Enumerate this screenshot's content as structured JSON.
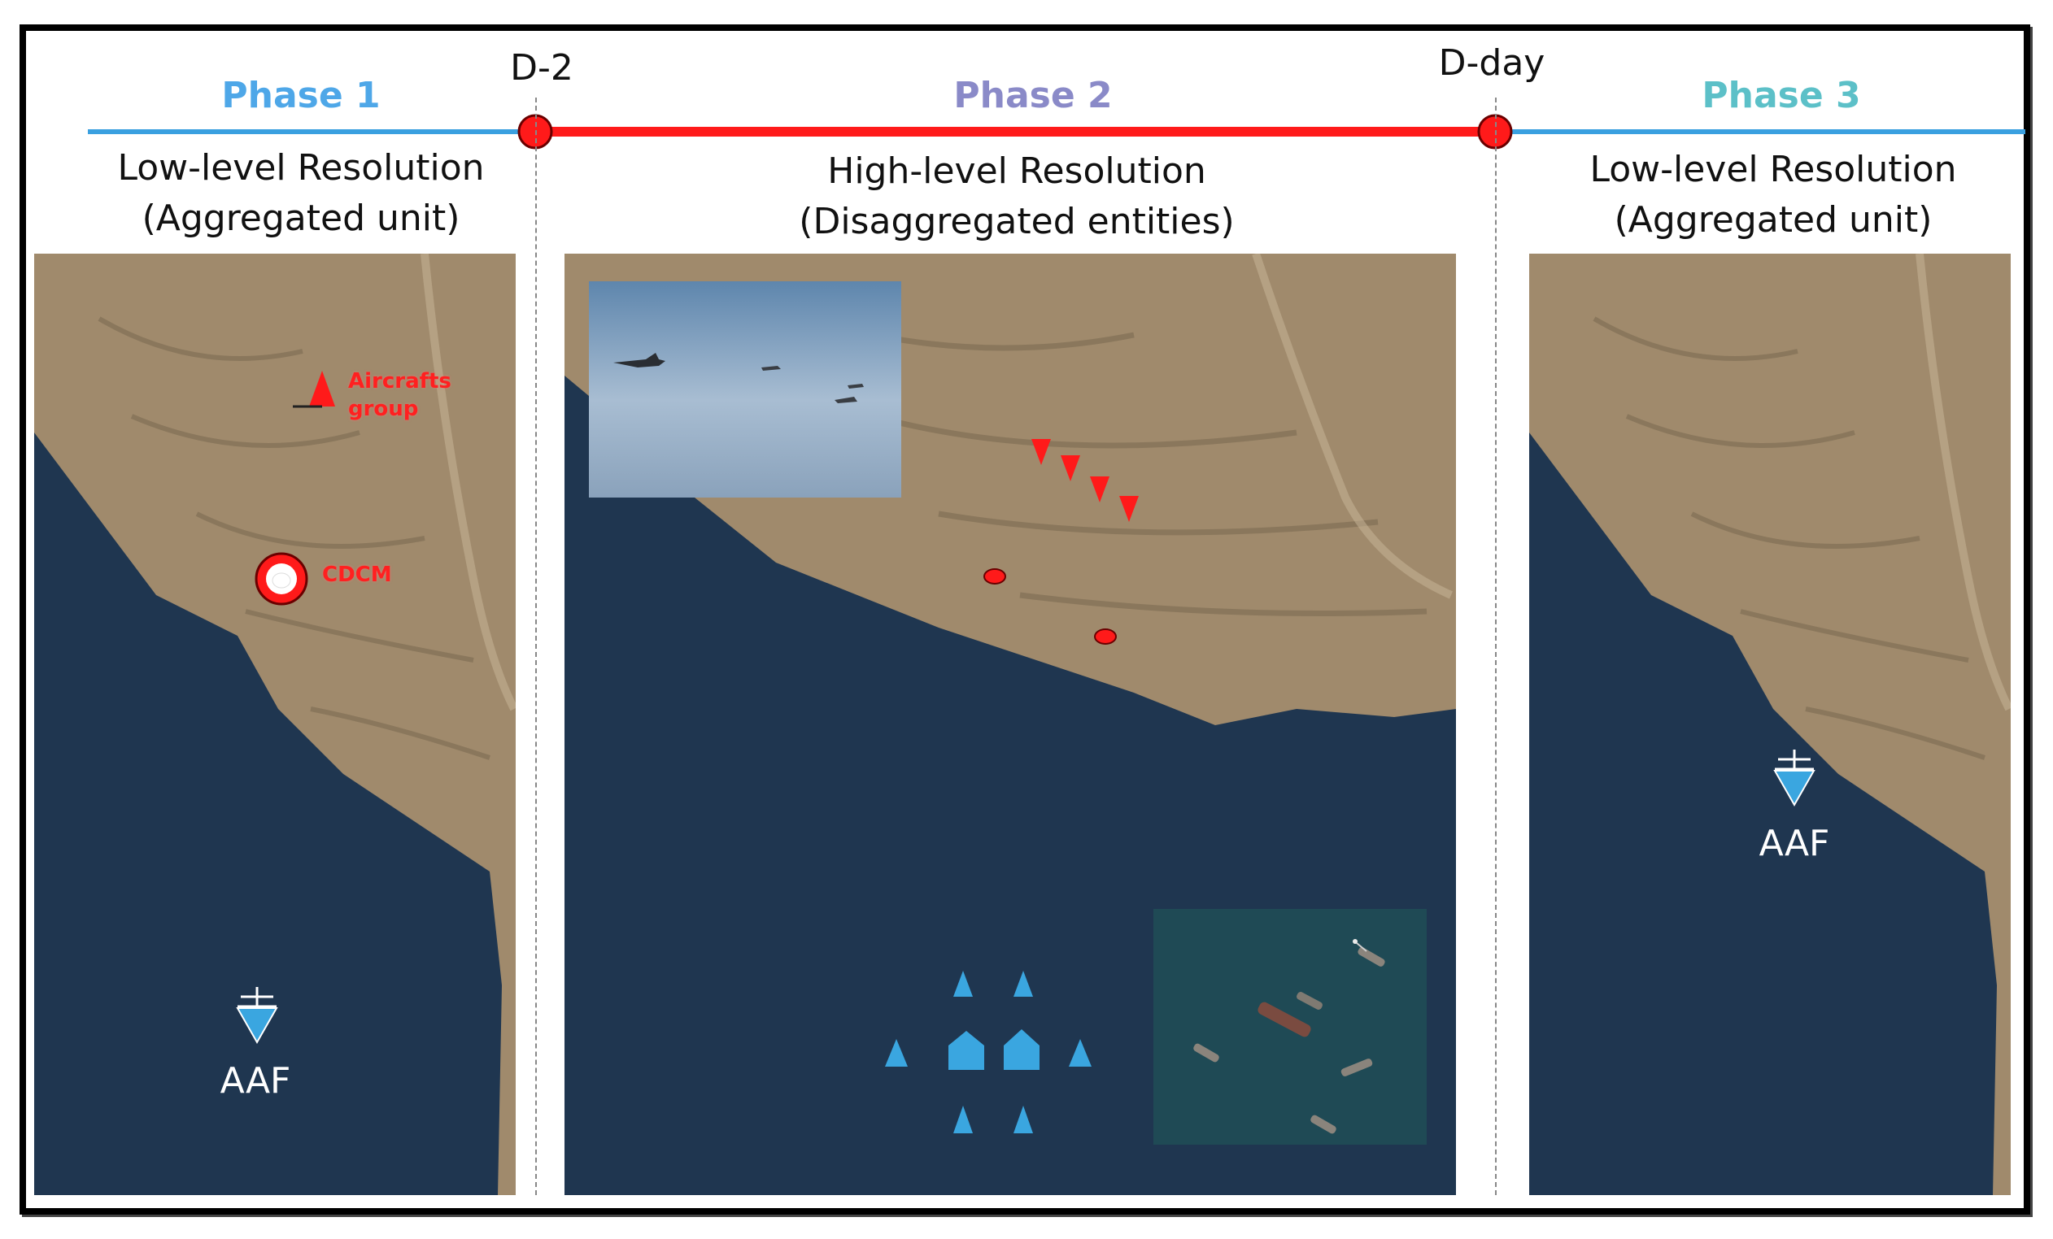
{
  "timeline": {
    "phases": [
      {
        "label": "Phase 1",
        "color": "#4ea7e8"
      },
      {
        "label": "Phase 2",
        "color": "#8a8ac8"
      },
      {
        "label": "Phase 3",
        "color": "#5cc0c8"
      }
    ],
    "milestones": [
      "D-2",
      "D-day"
    ],
    "active_color": "#ff1a1a",
    "line_color": "#3aa0e0"
  },
  "panels": [
    {
      "title": "Low-level Resolution",
      "subtitle": "(Aggregated unit)"
    },
    {
      "title": "High-level Resolution",
      "subtitle": "(Disaggregated entities)"
    },
    {
      "title": "Low-level Resolution",
      "subtitle": "(Aggregated unit)"
    }
  ],
  "units": {
    "aircraft_group": "Aircrafts group",
    "cdcm": "CDCM",
    "aaf_phase1": "AAF",
    "aaf_phase3": "AAF"
  },
  "colors": {
    "enemy": "#ff1a1a",
    "friendly": "#3aa6e0",
    "sea": "#1e3550",
    "land": "#a08a6c"
  }
}
